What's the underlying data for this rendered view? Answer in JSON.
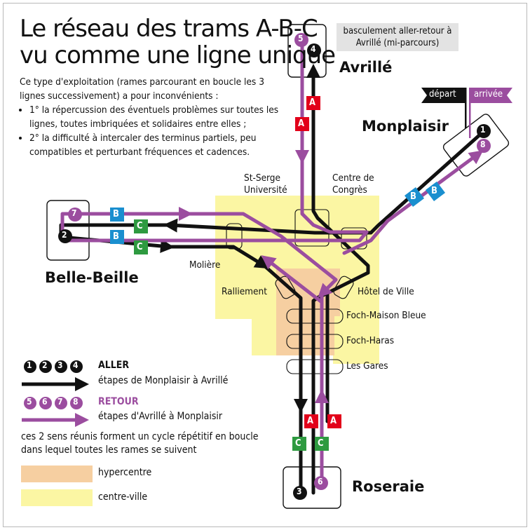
{
  "title": [
    "Le réseau des trams A-B-C",
    "vu comme une ligne unique"
  ],
  "intro": {
    "lead": "Ce type d'exploitation (rames parcourant en boucle les 3 lignes successivement) a pour inconvénients :",
    "points": [
      "1° la répercussion des éventuels problèmes sur toutes les lignes, toutes imbriquées et solidaires entre elles ;",
      "2° la difficulté à intercaler des terminus partiels, peu compatibles et perturbant fréquences et cadences."
    ]
  },
  "note": "basculement aller-retour à Avrillé (mi-parcours)",
  "terminus": {
    "avrille": "Avrillé",
    "monplaisir": "Monplaisir",
    "belle_beille": "Belle-Beille",
    "roseraie": "Roseraie"
  },
  "flags": {
    "depart": "départ",
    "arrivee": "arrivée"
  },
  "stops": {
    "st_serge": "St-Serge Université",
    "centre_congres": "Centre de Congrès",
    "moliere": "Molière",
    "ralliement": "Ralliement",
    "hotel_de_ville": "Hôtel de Ville",
    "foch_maison_bleue": "Foch-Maison Bleue",
    "foch_haras": "Foch-Haras",
    "les_gares": "Les Gares"
  },
  "lines": {
    "a": "A",
    "b": "B",
    "c": "C"
  },
  "steps": {
    "aller": [
      "1",
      "2",
      "3",
      "4"
    ],
    "retour": [
      "5",
      "6",
      "7",
      "8"
    ]
  },
  "legend": {
    "aller_title": "ALLER",
    "aller_text": "étapes de Monplaisir à Avrillé",
    "retour_title": "RETOUR",
    "retour_text": "étapes d'Avrillé à Monplaisir",
    "cycle_text": "ces 2 sens réunis forment un cycle répétitif en boucle dans lequel toutes les rames se suivent",
    "hypercentre": "hypercentre",
    "centre_ville": "centre-ville"
  },
  "colors": {
    "aller": "#111111",
    "retour": "#9b4d9f",
    "line_a": "#e2001a",
    "line_b": "#1a8fcf",
    "line_c": "#2e9a40",
    "hypercentre": "#f6cfa1",
    "centre_ville": "#fbf6a3",
    "note_bg": "#e3e3e3"
  }
}
